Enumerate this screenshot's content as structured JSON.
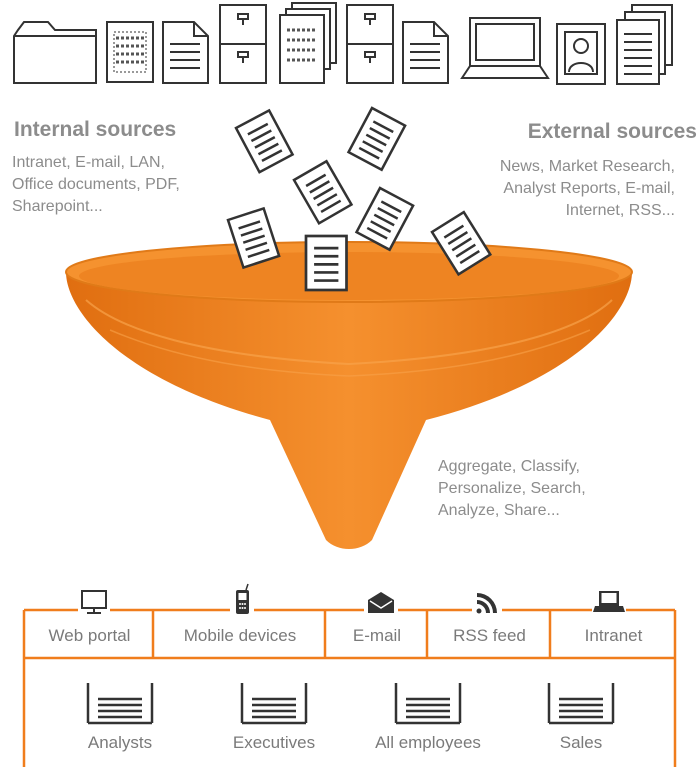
{
  "internal": {
    "title": "Internal sources",
    "lines": [
      "Intranet, E-mail, LAN,",
      "Office documents, PDF,",
      "Sharepoint..."
    ]
  },
  "external": {
    "title": "External sources",
    "lines": [
      "News, Market Research,",
      "Analyst Reports, E-mail,",
      "Internet, RSS..."
    ]
  },
  "process": {
    "lines": [
      "Aggregate, Classify,",
      "Personalize, Search,",
      "Analyze, Share..."
    ]
  },
  "channels": [
    {
      "label": "Web portal",
      "icon": "monitor-icon"
    },
    {
      "label": "Mobile devices",
      "icon": "mobile-phone-icon"
    },
    {
      "label": "E-mail",
      "icon": "envelope-icon"
    },
    {
      "label": "RSS feed",
      "icon": "rss-icon"
    },
    {
      "label": "Intranet",
      "icon": "laptop-icon"
    }
  ],
  "audiences": [
    {
      "label": "Analysts",
      "icon": "document-tray-icon"
    },
    {
      "label": "Executives",
      "icon": "document-tray-icon"
    },
    {
      "label": "All employees",
      "icon": "document-tray-icon"
    },
    {
      "label": "Sales",
      "icon": "document-tray-icon"
    }
  ],
  "top_icons": [
    "folder-icon",
    "binary-document-icon",
    "text-document-icon",
    "file-cabinet-icon",
    "binary-document-stack-icon",
    "file-cabinet-icon",
    "text-document-icon",
    "computer-monitor-icon",
    "person-id-card-icon",
    "document-stack-icon"
  ],
  "colors": {
    "accent": "#f07d1c",
    "accent_dark": "#d96a10",
    "text": "#8c8c8c",
    "line": "#f07d1c"
  }
}
